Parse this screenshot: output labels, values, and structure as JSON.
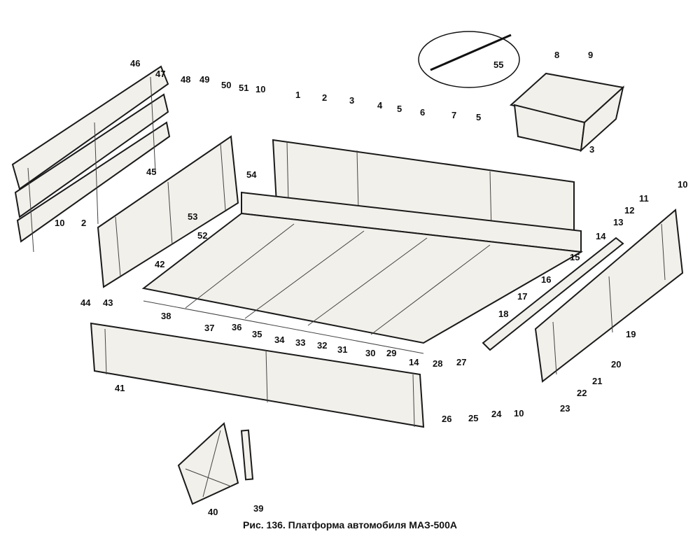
{
  "figure": {
    "caption": "Рис. 136. Платформа автомобиля МАЗ-500А",
    "part_labels": [
      "46",
      "47",
      "48",
      "49",
      "50",
      "51",
      "10",
      "1",
      "2",
      "3",
      "4",
      "5",
      "6",
      "7",
      "55",
      "8",
      "9",
      "5",
      "3",
      "10",
      "11",
      "12",
      "13",
      "14",
      "15",
      "16",
      "17",
      "18",
      "19",
      "20",
      "21",
      "22",
      "23",
      "24",
      "25",
      "26",
      "10",
      "27",
      "28",
      "29",
      "14",
      "30",
      "31",
      "32",
      "33",
      "34",
      "35",
      "36",
      "37",
      "38",
      "41",
      "40",
      "39",
      "44",
      "43",
      "42",
      "10",
      "2",
      "45",
      "53",
      "52",
      "54"
    ]
  }
}
